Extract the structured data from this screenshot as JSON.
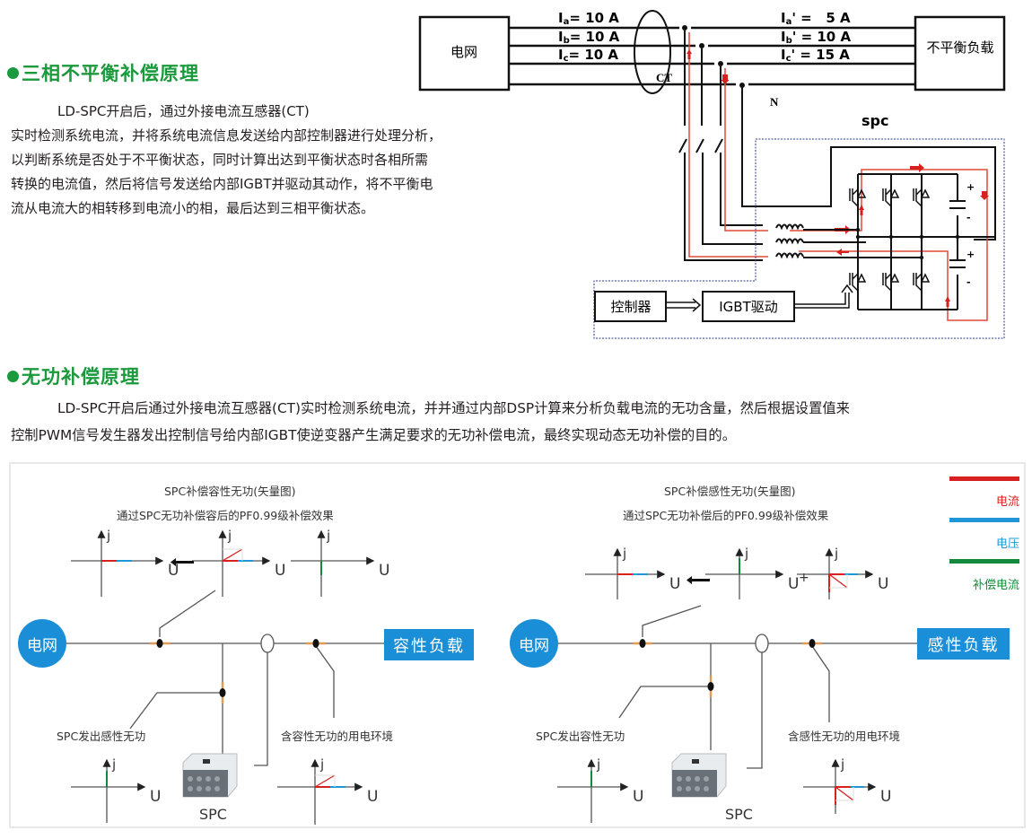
{
  "section1": {
    "heading": "三相不平衡补偿原理",
    "paragraph": [
      "LD-SPC开启后，通过外接电流互感器(CT)",
      "实时检测系统电流，并将系统电流信息发送给内部控制器进行处理分析，",
      "以判断系统是否处于不平衡状态，同时计算出达到平衡状态时各相所需",
      "转换的电流值，然后将信号发送给内部IGBT并驱动其动作，将不平衡电",
      "流从电流大的相转移到电流小的相，最后达到三相平衡状态。"
    ]
  },
  "circuit": {
    "grid_label": "电网",
    "load_label": "不平衡负载",
    "ct_label": "CT",
    "neutral_label": "N",
    "spc_label": "spc",
    "controller_label": "控制器",
    "igbt_driver_label": "IGBT驱动",
    "source_currents": [
      {
        "phase": "a",
        "label": "I",
        "sub": "a",
        "value": "= 10 A"
      },
      {
        "phase": "b",
        "label": "I",
        "sub": "b",
        "value": "= 10 A"
      },
      {
        "phase": "c",
        "label": "I",
        "sub": "c",
        "value": "= 10 A"
      }
    ],
    "load_currents": [
      {
        "phase": "a",
        "label": "I",
        "sub": "a",
        "value": "' =   5 A"
      },
      {
        "phase": "b",
        "label": "I",
        "sub": "b",
        "value": "' = 10 A"
      },
      {
        "phase": "c",
        "label": "I",
        "sub": "c",
        "value": "' = 15 A"
      }
    ]
  },
  "section2": {
    "heading": "无功补偿原理",
    "paragraph": [
      "LD-SPC开启后通过外接电流互感器(CT)实时检测系统电流，并并通过内部DSP计算来分析负载电流的无功含量，然后根据设置值来",
      "控制PWM信号发生器发出控制信号给内部IGBT使逆变器产生满足要求的无功补偿电流，最终实现动态无功补偿的目的。"
    ]
  },
  "panel": {
    "left": {
      "title": "SPC补偿容性无功(矢量图)",
      "subtitle": "通过SPC无功补偿容后的PF0.99级补偿效果",
      "grid_label": "电网",
      "load_label": "容性负载",
      "spc_output_label": "SPC发出感性无功",
      "environment_label": "含容性无功的用电环境",
      "device_label": "SPC",
      "axis_j": "j",
      "axis_u": "U"
    },
    "right": {
      "title": "SPC补偿感性无功(矢量图)",
      "subtitle": "通过SPC无功补偿后的PF0.99级补偿效果",
      "grid_label": "电网",
      "load_label": "感性负载",
      "spc_output_label": "SPC发出容性无功",
      "environment_label": "含感性无功的用电环境",
      "device_label": "SPC",
      "axis_j": "j",
      "axis_u": "U",
      "plus_sign": "+"
    },
    "legend": [
      {
        "label": "电流",
        "color": "#d7211f"
      },
      {
        "label": "电压",
        "color": "#1e96d8"
      },
      {
        "label": "补偿电流",
        "color": "#138a3b"
      }
    ]
  },
  "colors": {
    "heading_green": "#1a9a3c",
    "accent_blue": "#1a8fd8",
    "current_red": "#d7211f",
    "voltage_blue": "#1e96d8",
    "comp_green": "#138a3b",
    "flow_red": "#e04a3a"
  }
}
